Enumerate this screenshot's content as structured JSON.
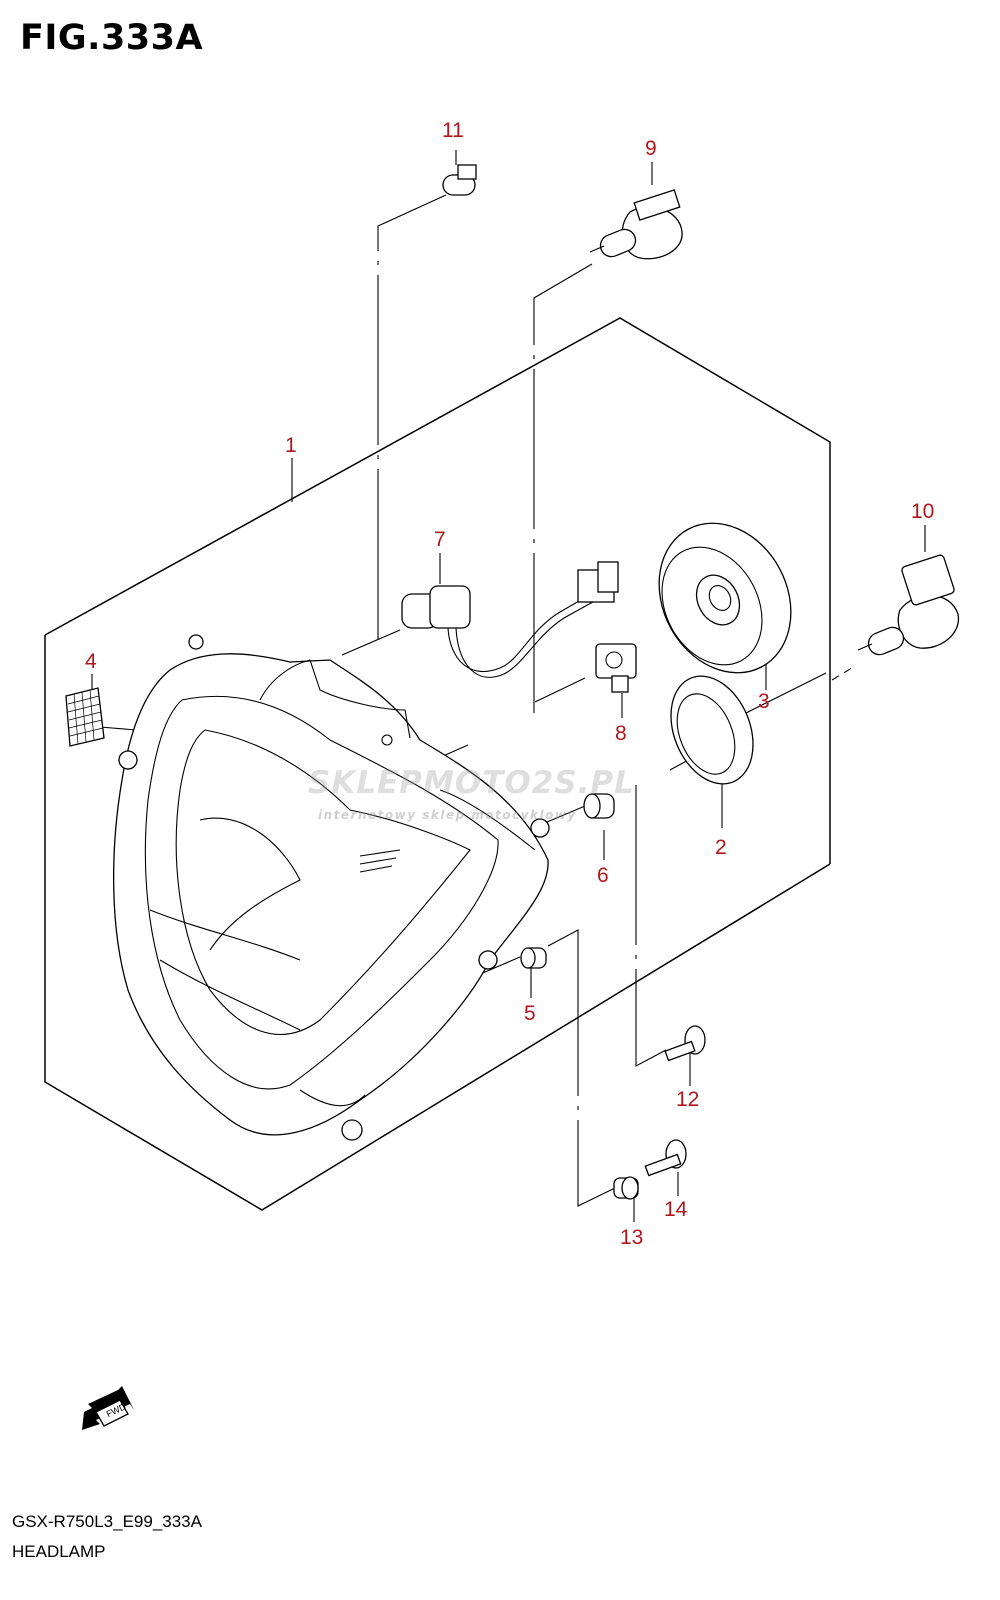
{
  "figure": {
    "title": "FIG.333A",
    "model_code": "GSX-R750L3_E99_333A",
    "section_name": "HEADLAMP",
    "fwd_label": "FWD"
  },
  "watermark": {
    "main": "SKLEPMOTO2S.PL",
    "sub": "internetowy sklep motocyklowy"
  },
  "callouts": [
    "1",
    "2",
    "3",
    "4",
    "5",
    "6",
    "7",
    "8",
    "9",
    "10",
    "11",
    "12",
    "13",
    "14"
  ],
  "colors": {
    "callout": "#b0171c",
    "line": "#000000",
    "watermark": "#a0a0a0"
  }
}
